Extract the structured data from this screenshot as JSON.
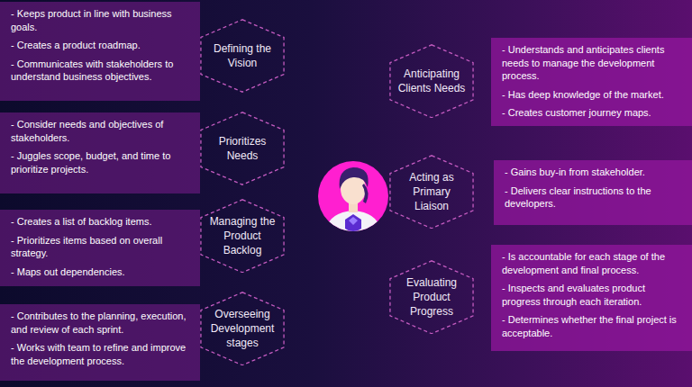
{
  "diagram": {
    "nodes": [
      {
        "text": [
          "- Keeps product in line with business goals.",
          "- Creates a product roadmap.",
          "- Communicates with stakeholders to understand business objectives."
        ]
      },
      {
        "text": [
          "Defining the Vision"
        ]
      },
      {
        "text": [
          "- Consider needs and objectives of stakeholders.",
          "- Juggles scope, budget, and time to prioritize projects."
        ]
      },
      {
        "text": [
          "Prioritizes Needs"
        ]
      },
      {
        "text": [
          "- Creates a list of backlog items.",
          "- Prioritizes items based on overall strategy.",
          "- Maps out dependencies."
        ]
      },
      {
        "text": [
          "Managing the Product Backlog"
        ]
      },
      {
        "text": [
          "- Contributes to the planning, execution, and review of each sprint.",
          "- Works with team to refine and improve the development process."
        ]
      },
      {
        "text": [
          "Overseeing Development stages"
        ]
      },
      {
        "text": [
          "Anticipating Clients Needs"
        ]
      },
      {
        "text": [
          "- Understands and anticipates clients needs to manage the development process.",
          "- Has deep knowledge of the market.",
          "- Creates customer journey maps."
        ]
      },
      {
        "text": [
          "Acting as Primary Liaison"
        ]
      },
      {
        "text": [
          "- Gains buy-in from stakeholder.",
          "- Delivers clear instructions to the developers."
        ]
      },
      {
        "text": [
          "Evaluating Product Progress"
        ]
      },
      {
        "text": [
          "- Is accountable for each stage of the development and final process.",
          "- Inspects and evaluates product progress through each iteration.",
          "- Determines whether the final project is acceptable."
        ]
      }
    ]
  }
}
